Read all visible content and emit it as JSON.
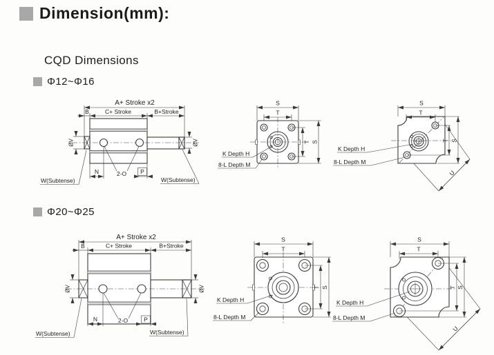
{
  "page": {
    "title": "Dimension(mm):",
    "section_heading": "CQD Dimensions",
    "groups": [
      {
        "label": "Φ12~Φ16"
      },
      {
        "label": "Φ20~Φ25"
      }
    ]
  },
  "dim_labels": {
    "total_length": "A+ Stroke x2",
    "cap": "B",
    "body_length": "C+ Stroke",
    "rod_length": "B+Stroke",
    "n": "N",
    "ports": "2-O",
    "p": "P",
    "wrench_flats": "W(Subtense)",
    "rod_dia": "ØV",
    "s": "S",
    "t": "T",
    "k_thread": "K Depth H",
    "mount_threads": "8-L Depth M",
    "diagonal": "U"
  },
  "colors": {
    "line": "#3a3a3a",
    "text": "#222222",
    "bullet": "#a8a8a8"
  }
}
